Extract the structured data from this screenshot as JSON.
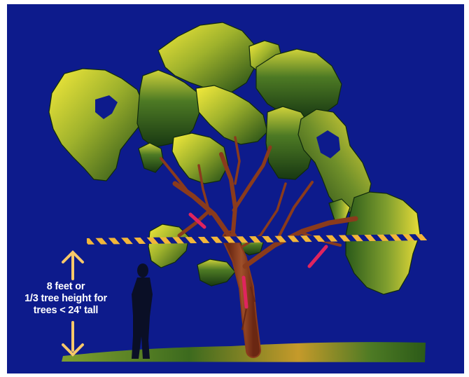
{
  "annotation": {
    "lines": [
      "8 feet or",
      "1/3 tree height for",
      "trees < 24' tall"
    ]
  },
  "colors": {
    "background": "#0d1b8c",
    "foliage_light": "#f4e63a",
    "foliage_dark": "#1f4a16",
    "trunk": "#8a3b1c",
    "pruning_cut": "#e0245e",
    "clearance_line": "#f2b63a",
    "arrow": "#f7c86a",
    "figure": "#0a0f26"
  },
  "icons": [
    "tree-illustration",
    "person-silhouette",
    "height-arrow",
    "clearance-line",
    "pruning-cut-mark"
  ]
}
